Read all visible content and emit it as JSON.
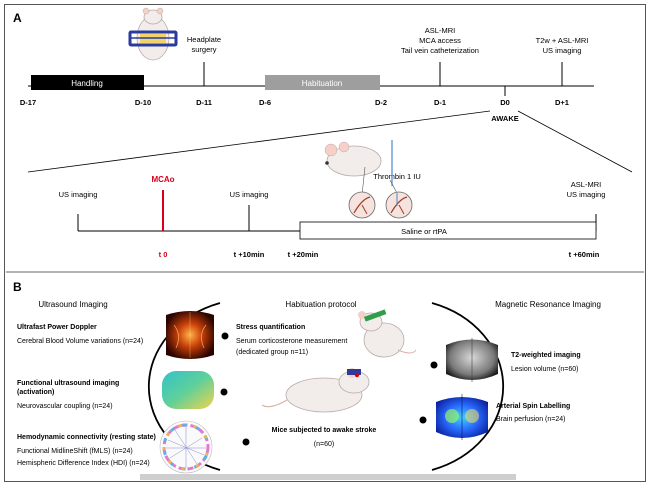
{
  "panel_a": {
    "label": "A",
    "timeline_days": [
      "D-17",
      "D-10",
      "D-11",
      "D-6",
      "D-2",
      "D-1",
      "D0",
      "D+1"
    ],
    "phases": {
      "handling": "Handling",
      "habituation": "Habituation"
    },
    "events": {
      "headplate_line1": "Headplate",
      "headplate_line2": "surgery",
      "asl_line1": "ASL-MRI",
      "asl_line2": "MCA access",
      "asl_line3": "Tail vein catheterization",
      "t2w_line1": "T2w + ASL-MRI",
      "t2w_line2": "US imaging"
    },
    "awake": "AWAKE",
    "day0": {
      "us_imaging_1": "US imaging",
      "mcao": "MCAo",
      "us_imaging_2": "US imaging",
      "thrombin": "Thrombin 1 IU",
      "treatment": "Saline or rtPA",
      "final_line1": "ASL-MRI",
      "final_line2": "US imaging",
      "t0": "t 0",
      "t10": "t +10min",
      "t20": "t +20min",
      "t60": "t +60min"
    },
    "colors": {
      "mcao": "#d6001c",
      "handling_bar": "#000000",
      "habituation_bar": "#9e9e9e"
    }
  },
  "panel_b": {
    "label": "B",
    "ultrasound": {
      "heading": "Ultrasound Imaging",
      "items": [
        {
          "title": "Ultrafast Power Doppler",
          "lines": [
            "Cerebral Blood Volume variations (n=24)"
          ]
        },
        {
          "title": "Functional ultrasound imaging",
          "title2": "(activation)",
          "lines": [
            "Neurovascular coupling (n=24)"
          ]
        },
        {
          "title": "Hemodynamic connectivity (resting state)",
          "lines": [
            "Functional MidlineShift (fMLS) (n=24)",
            "Hemispheric Difference Index (HDI) (n=24)"
          ]
        }
      ]
    },
    "habituation": {
      "heading": "Habituation protocol",
      "stress_title": "Stress quantification",
      "stress_line1": "Serum corticosterone measurement",
      "stress_line2": "(dedicated group n=11)",
      "mice_title": "Mice subjected to awake stroke",
      "mice_n": "(n=60)"
    },
    "mri": {
      "heading": "Magnetic Resonance Imaging",
      "items": [
        {
          "title": "T2-weighted imaging",
          "line": "Lesion volume (n=60)"
        },
        {
          "title": "Arterial Spin Labelling",
          "line": "Brain perfusion (n=24)"
        }
      ]
    }
  }
}
